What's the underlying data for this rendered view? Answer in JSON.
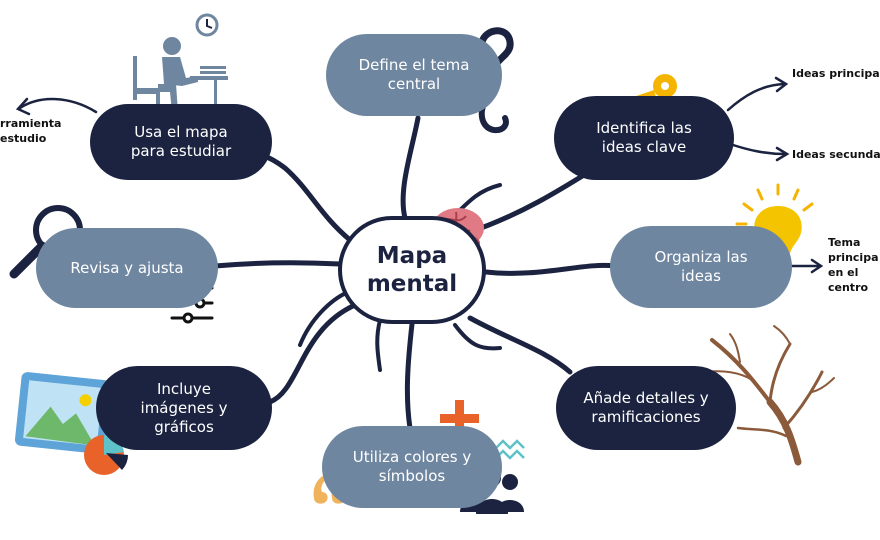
{
  "center": {
    "line1": "Mapa",
    "line2": "mental"
  },
  "nodes": {
    "study": {
      "line1": "Usa el mapa",
      "line2": "para estudiar"
    },
    "define": {
      "line1": "Define el tema",
      "line2": "central"
    },
    "identify": {
      "line1": "Identifica las",
      "line2": "ideas clave"
    },
    "review": {
      "line1": "Revisa y ajusta"
    },
    "organize": {
      "line1": "Organiza las",
      "line2": "ideas"
    },
    "images": {
      "line1": "Incluye",
      "line2": "imágenes y",
      "line3": "gráficos"
    },
    "colors": {
      "line1": "Utiliza colores y",
      "line2": "símbolos"
    },
    "details": {
      "line1": "Añade detalles y",
      "line2": "ramificaciones"
    }
  },
  "annotations": {
    "tool": {
      "line1": "rramienta",
      "line2": "estudio"
    },
    "main_ideas": "Ideas principale",
    "secondary_ideas": "Ideas secundar",
    "theme": {
      "line1": "Tema",
      "line2": "principa",
      "line3": "en el",
      "line4": "centro"
    }
  },
  "colors": {
    "dark_node": "#1b2340",
    "light_node": "#6f86a0",
    "connector": "#1b2340",
    "accent_orange": "#e8622a",
    "accent_yellow": "#f5b400"
  },
  "icons": [
    "student-desk-icon",
    "clock-icon",
    "question-mark-icon",
    "key-icon",
    "brain-icon",
    "magnifier-icon",
    "sliders-icon",
    "lightbulb-icon",
    "picture-icon",
    "pie-chart-icon",
    "plus-icon",
    "waves-icon",
    "quote-icon",
    "people-icon",
    "bare-tree-icon"
  ]
}
